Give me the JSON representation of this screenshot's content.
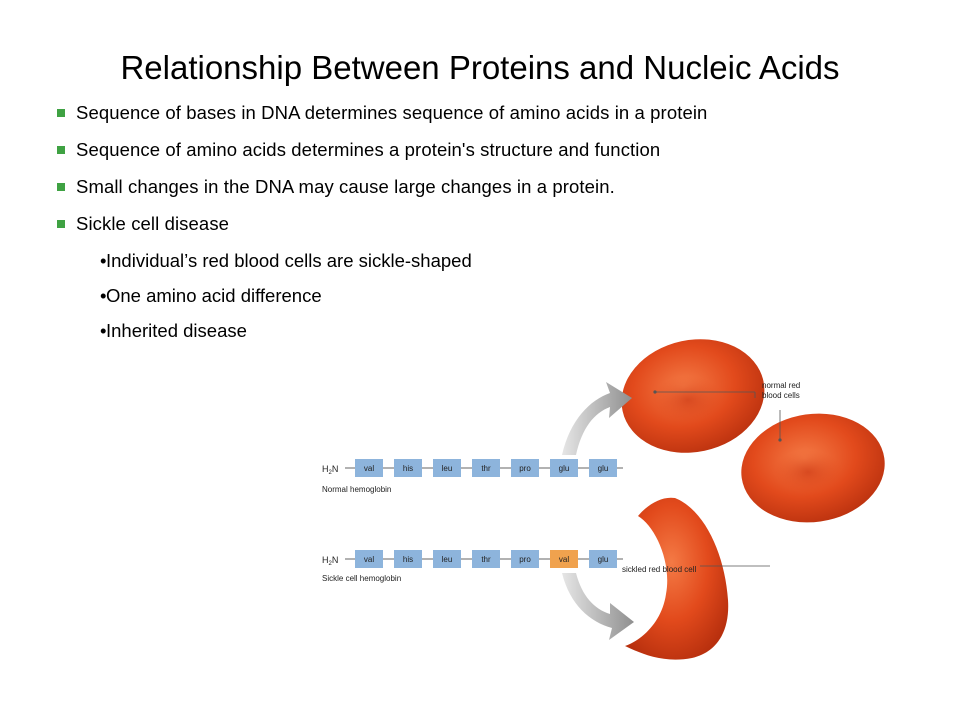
{
  "slide": {
    "title": "Relationship Between Proteins and Nucleic Acids",
    "bullets": [
      "Sequence of bases in DNA determines sequence of amino acids in a protein",
      "Sequence of amino acids determines a protein's structure and function",
      "Small changes in the DNA may cause large changes in a protein.",
      "Sickle cell disease"
    ],
    "sub_bullets": [
      "Individual’s red blood cells are sickle-shaped",
      "One amino acid difference",
      "Inherited disease"
    ],
    "sub_bullet_marker": "•"
  },
  "figure": {
    "chain_prefix": "H",
    "chain_prefix_sub": "2",
    "chain_prefix_end": "N",
    "normal_label": "Normal hemoglobin",
    "sickle_label": "Sickle cell hemoglobin",
    "normal_chain": [
      "val",
      "his",
      "leu",
      "thr",
      "pro",
      "glu",
      "glu"
    ],
    "sickle_chain": [
      "val",
      "his",
      "leu",
      "thr",
      "pro",
      "val",
      "glu"
    ],
    "normal_cells_label_line1": "normal red",
    "normal_cells_label_line2": "blood cells",
    "sickled_cell_label": "sickled red blood cell"
  },
  "colors": {
    "bullet_square": "#3fa243",
    "amino_box": "#8db4dc",
    "amino_box_mutant": "#f0a24e",
    "cell_red": "#e24a1c",
    "arrow_gray": "#9a9a9a"
  }
}
